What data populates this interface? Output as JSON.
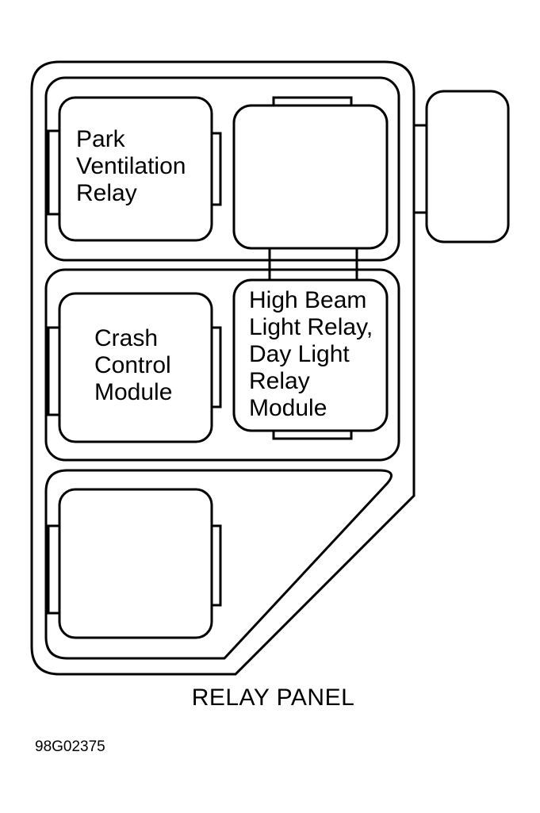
{
  "caption": "RELAY PANEL",
  "figure_id": "98G02375",
  "relays": [
    {
      "label": "Park\nVentilation\nRelay"
    },
    {
      "label": ""
    },
    {
      "label": "Crash\nControl\nModule"
    },
    {
      "label": "High Beam\nLight Relay,\nDay Light\nRelay\nModule"
    },
    {
      "label": ""
    }
  ],
  "colors": {
    "line": "#000000",
    "background": "#ffffff"
  }
}
